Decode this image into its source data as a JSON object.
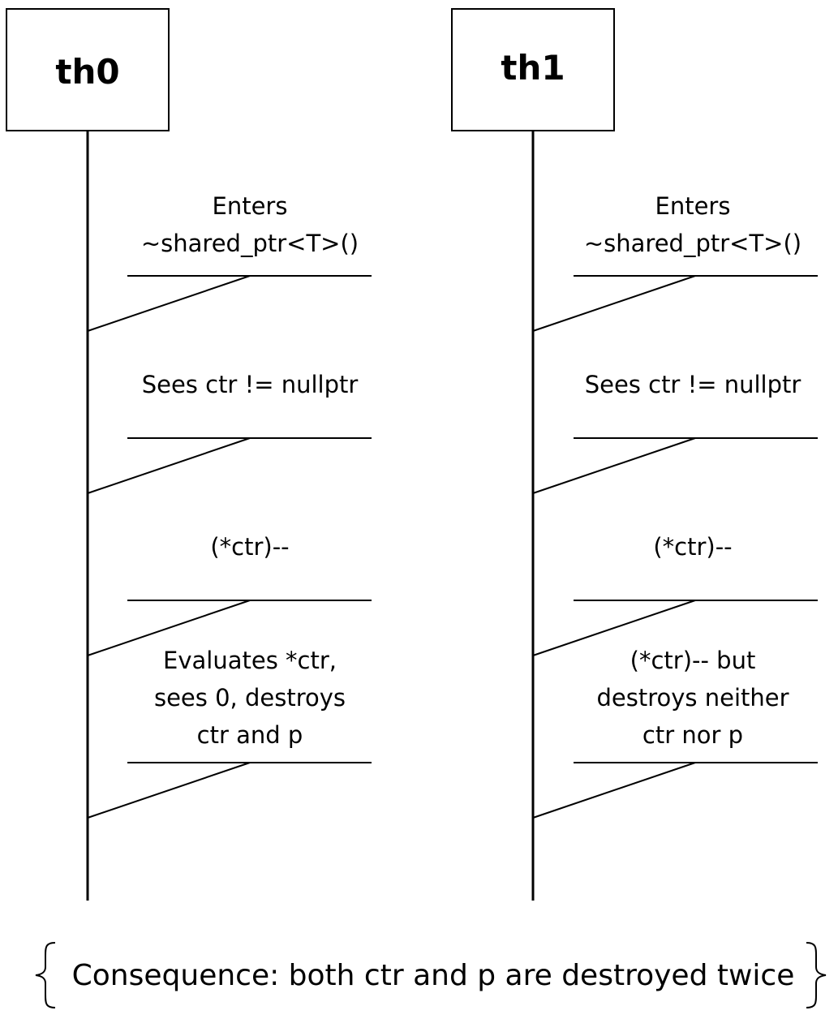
{
  "threads": [
    {
      "name": "th0",
      "steps": [
        [
          "Enters",
          "~shared_ptr<T>()"
        ],
        [
          "Sees ctr != nullptr"
        ],
        [
          "(*ctr)--"
        ],
        [
          "Evaluates *ctr,",
          "sees 0, destroys",
          "ctr and p"
        ]
      ]
    },
    {
      "name": "th1",
      "steps": [
        [
          "Enters",
          "~shared_ptr<T>()"
        ],
        [
          "Sees ctr != nullptr"
        ],
        [
          "(*ctr)--"
        ],
        [
          "(*ctr)-- but",
          "destroys neither",
          "ctr nor p"
        ]
      ]
    }
  ],
  "consequence": "Consequence: both ctr and p are destroyed twice"
}
